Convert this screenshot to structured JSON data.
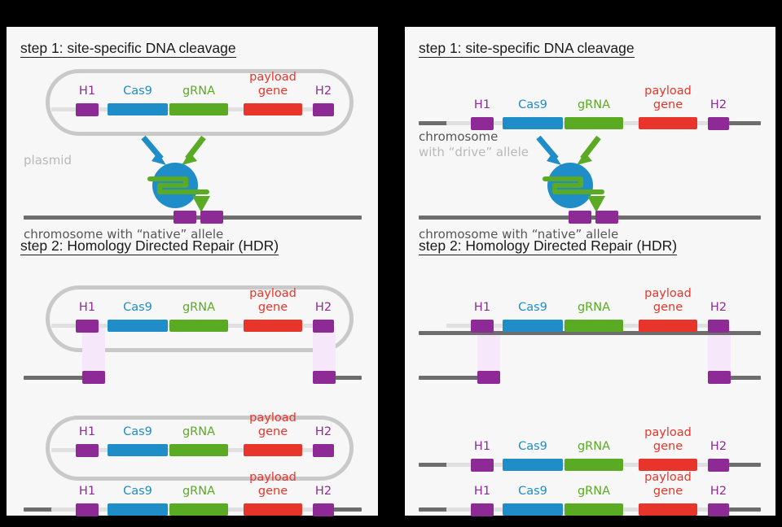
{
  "figure": {
    "title_step1": "step 1: site-specific DNA cleavage",
    "title_step2": "step 2: Homology Directed Repair (HDR)"
  },
  "colors": {
    "homology_arm": "#8e2a96",
    "cas9_gene": "#1f8dc7",
    "grna_gene": "#5aab23",
    "payload_gene": "#e8352c",
    "chromosome_line": "#6d6d6d",
    "plasmid_outline": "#c9c9c9",
    "construct_backbone": "#e0e0e0",
    "homology_band": "#f7e7fa",
    "panel_background": "#f7f7f7",
    "page_background": "#000000",
    "caption_light": "#b9b9b9",
    "caption_dark": "#565656",
    "title_text": "#1a1a1a"
  },
  "construct": {
    "genes": [
      {
        "label": "H1",
        "color": "#8e2a96"
      },
      {
        "label": "Cas9",
        "color": "#1f8dc7"
      },
      {
        "label": "gRNA",
        "color": "#5aab23"
      },
      {
        "label": "payload\ngene",
        "line1": "payload",
        "line2": "gene",
        "color": "#e8352c"
      },
      {
        "label": "H2",
        "color": "#8e2a96"
      }
    ]
  },
  "left_panel": {
    "name": "plasmid-delivery",
    "step1": {
      "title": "step 1: site-specific DNA cleavage",
      "vector_caption": "plasmid",
      "target_caption": "chromosome with “native” allele",
      "vector_type": "plasmid",
      "cas9_complex": "Cas9 protein loaded with gRNA cutting target site"
    },
    "step2": {
      "title": "step 2: Homology Directed Repair (HDR)",
      "vector_type": "plasmid",
      "stage_a": "plasmid homology arms H1 and H2 align with cut chromosome ends",
      "stage_b": "plasmid retained; chromosome now carries the full drive construct"
    }
  },
  "right_panel": {
    "name": "chromosomal-drive",
    "step1": {
      "title": "step 1: site-specific DNA cleavage",
      "vector_caption_line1": "chromosome",
      "vector_caption_line2": "with “drive” allele",
      "target_caption": "chromosome with “native” allele",
      "vector_type": "chromosome",
      "cas9_complex": "Cas9 protein loaded with gRNA cutting target site"
    },
    "step2": {
      "title": "step 2: Homology Directed Repair (HDR)",
      "vector_type": "chromosome",
      "stage_a": "drive chromosome homology arms H1 and H2 align with cut chromosome ends",
      "stage_b": "both homologous chromosomes now carry the drive construct"
    }
  }
}
